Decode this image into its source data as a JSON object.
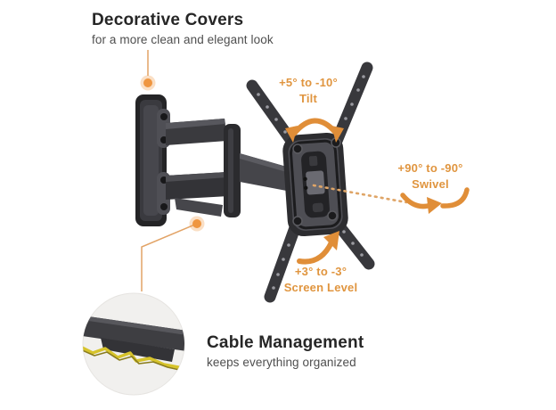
{
  "diagram": {
    "subject": "articulating TV wall mount infographic"
  },
  "callouts": {
    "decorative_covers": {
      "title": "Decorative Covers",
      "subtitle": "for a more clean and elegant look"
    },
    "tilt": {
      "range": "+5° to -10°",
      "label": "Tilt"
    },
    "swivel": {
      "range": "+90° to -90°",
      "label": "Swivel"
    },
    "screen_level": {
      "range": "+3° to -3°",
      "label": "Screen Level"
    },
    "cable_management": {
      "title": "Cable Management",
      "subtitle": "keeps everything organized"
    }
  },
  "colors": {
    "accent_orange_text": "#E0953F",
    "accent_orange_arrow": "#E08E38",
    "accent_orange_dot": "#EF9640",
    "heading_text": "#262626",
    "subtitle_text": "#4E4E4E",
    "mount_dark": "#242426",
    "mount_mid": "#3A3A3E",
    "mount_light": "#55555B",
    "detail_circle_bg": "#F1F0EE",
    "cable_yellow": "#D6C32B"
  },
  "icons": {
    "tilt_arrow": "double-headed-arc-arrow",
    "swivel_arrow": "s-curve-swivel-arrow",
    "screen_level_arrow": "single-arc-arrow",
    "callout_dot": "orange-point-marker"
  }
}
